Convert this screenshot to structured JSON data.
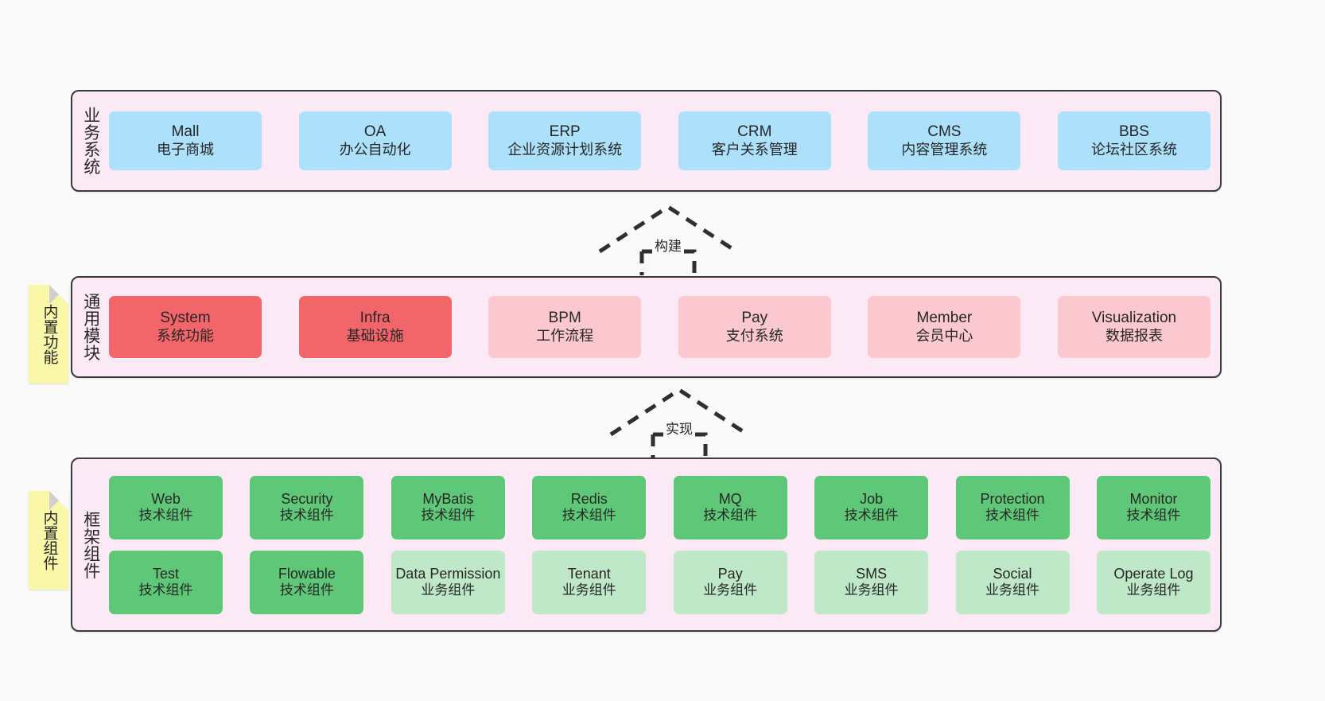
{
  "diagram": {
    "background_color": "#fafafa",
    "panel_color": "#fbeaf5",
    "panel_border_color": "#3a3a3a",
    "note_color": "#fbf7a8"
  },
  "layers": [
    {
      "id": "business",
      "title": "业务系统",
      "rows": [
        {
          "boxes": [
            {
              "name": "Mall",
              "sub": "电子商城",
              "color": "#ace0fb"
            },
            {
              "name": "OA",
              "sub": "办公自动化",
              "color": "#ace0fb"
            },
            {
              "name": "ERP",
              "sub": "企业资源计划系统",
              "color": "#ace0fb"
            },
            {
              "name": "CRM",
              "sub": "客户关系管理",
              "color": "#ace0fb"
            },
            {
              "name": "CMS",
              "sub": "内容管理系统",
              "color": "#ace0fb"
            },
            {
              "name": "BBS",
              "sub": "论坛社区系统",
              "color": "#ace0fb"
            }
          ]
        }
      ]
    },
    {
      "id": "common",
      "title": "通用模块",
      "rows": [
        {
          "boxes": [
            {
              "name": "System",
              "sub": "系统功能",
              "color": "#f2656a"
            },
            {
              "name": "Infra",
              "sub": "基础设施",
              "color": "#f2656a"
            },
            {
              "name": "BPM",
              "sub": "工作流程",
              "color": "#fbc8d0"
            },
            {
              "name": "Pay",
              "sub": "支付系统",
              "color": "#fbc8d0"
            },
            {
              "name": "Member",
              "sub": "会员中心",
              "color": "#fbc8d0"
            },
            {
              "name": "Visualization",
              "sub": "数据报表",
              "color": "#fbc8d0"
            }
          ]
        }
      ]
    },
    {
      "id": "framework",
      "title": "框架组件",
      "rows": [
        {
          "boxes": [
            {
              "name": "Web",
              "sub": "技术组件",
              "color": "#5ec878"
            },
            {
              "name": "Security",
              "sub": "技术组件",
              "color": "#5ec878"
            },
            {
              "name": "MyBatis",
              "sub": "技术组件",
              "color": "#5ec878"
            },
            {
              "name": "Redis",
              "sub": "技术组件",
              "color": "#5ec878"
            },
            {
              "name": "MQ",
              "sub": "技术组件",
              "color": "#5ec878"
            },
            {
              "name": "Job",
              "sub": "技术组件",
              "color": "#5ec878"
            },
            {
              "name": "Protection",
              "sub": "技术组件",
              "color": "#5ec878"
            },
            {
              "name": "Monitor",
              "sub": "技术组件",
              "color": "#5ec878"
            }
          ]
        },
        {
          "boxes": [
            {
              "name": "Test",
              "sub": "技术组件",
              "color": "#5ec878"
            },
            {
              "name": "Flowable",
              "sub": "技术组件",
              "color": "#5ec878"
            },
            {
              "name": "Data Permission",
              "sub": "业务组件",
              "color": "#bfe8c8"
            },
            {
              "name": "Tenant",
              "sub": "业务组件",
              "color": "#bfe8c8"
            },
            {
              "name": "Pay",
              "sub": "业务组件",
              "color": "#bfe8c8"
            },
            {
              "name": "SMS",
              "sub": "业务组件",
              "color": "#bfe8c8"
            },
            {
              "name": "Social",
              "sub": "业务组件",
              "color": "#bfe8c8"
            },
            {
              "name": "Operate Log",
              "sub": "业务组件",
              "color": "#bfe8c8"
            }
          ]
        }
      ]
    }
  ],
  "notes": [
    {
      "id": "functions",
      "text": "内置功能"
    },
    {
      "id": "components",
      "text": "内置组件"
    }
  ],
  "connectors": [
    {
      "id": "build",
      "label": "构建",
      "style": "dashed-hollow-arrow-up"
    },
    {
      "id": "impl",
      "label": "实现",
      "style": "dashed-hollow-arrow-up"
    }
  ]
}
